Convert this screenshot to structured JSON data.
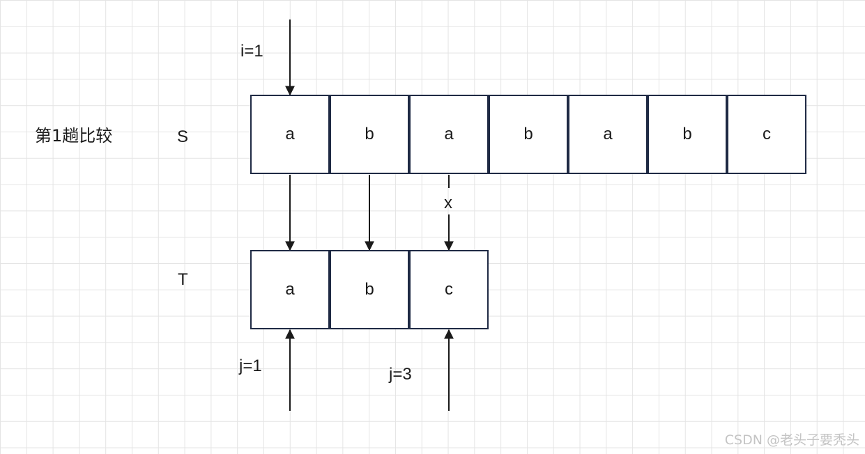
{
  "diagram": {
    "row_label": "第1趟比较",
    "s_label": "S",
    "t_label": "T",
    "s_cells": [
      "a",
      "b",
      "a",
      "b",
      "a",
      "b",
      "c"
    ],
    "t_cells": [
      "a",
      "b",
      "c"
    ],
    "i_pointer": "i=1",
    "j_pointer_start": "j=1",
    "j_pointer_end": "j=3",
    "mismatch_mark": "x"
  },
  "watermark": "CSDN @老头子要秃头",
  "colors": {
    "cell_border": "#1f2a44",
    "arrow": "#1a1a1a",
    "grid": "#e4e4e4"
  }
}
